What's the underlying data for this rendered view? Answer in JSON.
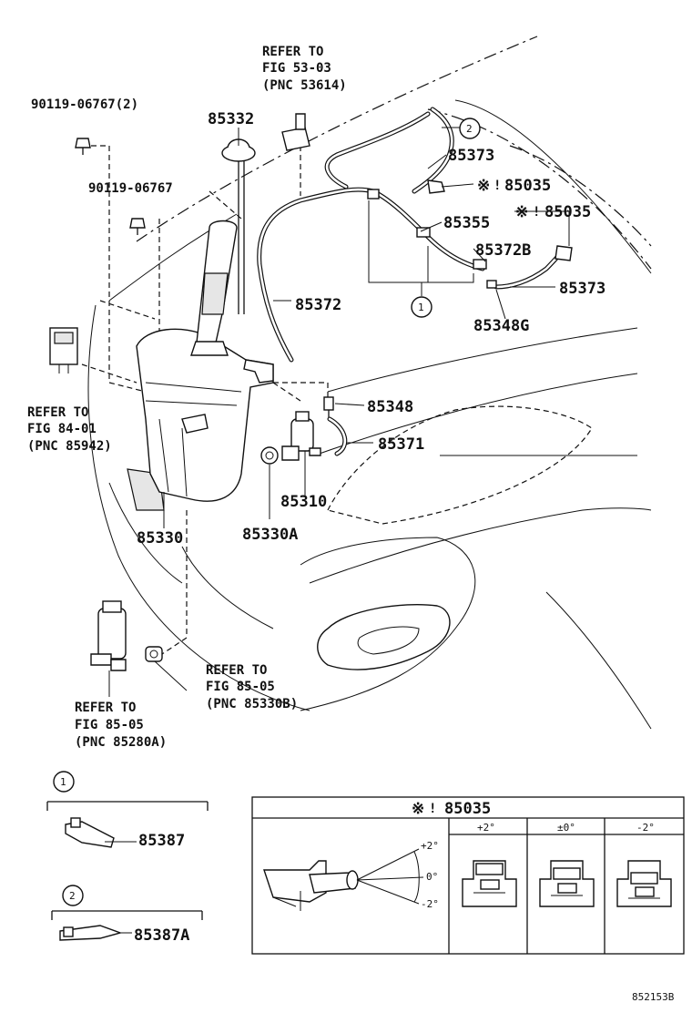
{
  "diagram": {
    "part_labels": {
      "p85332": "85332",
      "p85373_top": "85373",
      "p85035_a": "85035",
      "p85035_b": "85035",
      "p85355": "85355",
      "p85372b": "85372B",
      "p85373_right": "85373",
      "p85372": "85372",
      "p85348g": "85348G",
      "p85348": "85348",
      "p85371": "85371",
      "p85310": "85310",
      "p85330a": "85330A",
      "p85330": "85330",
      "p85387": "85387",
      "p85387a": "85387A"
    },
    "bolts": {
      "bolt_two": "90119-06767(2)",
      "bolt_one": "90119-06767"
    },
    "references": {
      "fig53": {
        "line1": "REFER TO",
        "line2": "FIG 53-03",
        "line3": "(PNC 53614)"
      },
      "fig84": {
        "line1": "REFER TO",
        "line2": "FIG 84-01",
        "line3": "(PNC 85942)"
      },
      "fig85_b": {
        "line1": "REFER TO",
        "line2": "FIG 85-05",
        "line3": "(PNC 85330B)"
      },
      "fig85_a": {
        "line1": "REFER TO",
        "line2": "FIG 85-05",
        "line3": "(PNC 85280A)"
      }
    },
    "callouts": {
      "one": "1",
      "two": "2"
    },
    "marker_symbol": "※",
    "marker_bar": "!",
    "inset": {
      "title": "85035",
      "col_plus": "+2°",
      "col_zero": "±0°",
      "col_minus": "-2°",
      "angle_plus": "+2°",
      "angle_zero": "0°",
      "angle_minus": "-2°"
    },
    "diagram_code": "852153B"
  }
}
